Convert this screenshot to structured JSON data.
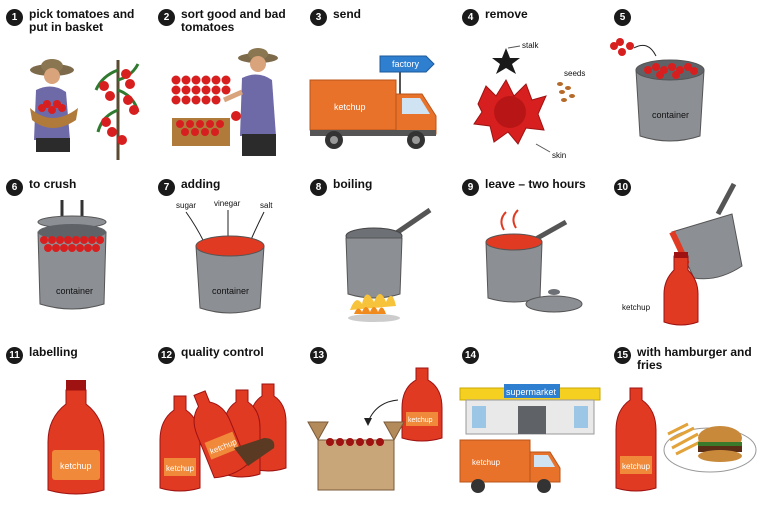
{
  "steps": [
    {
      "num": "1",
      "title": "pick tomatoes and put in basket"
    },
    {
      "num": "2",
      "title": "sort good and bad tomatoes"
    },
    {
      "num": "3",
      "title": "send"
    },
    {
      "num": "4",
      "title": "remove"
    },
    {
      "num": "5",
      "title": ""
    },
    {
      "num": "6",
      "title": "to crush"
    },
    {
      "num": "7",
      "title": "adding"
    },
    {
      "num": "8",
      "title": "boiling"
    },
    {
      "num": "9",
      "title": "leave – two hours"
    },
    {
      "num": "10",
      "title": ""
    },
    {
      "num": "11",
      "title": "labelling"
    },
    {
      "num": "12",
      "title": "quality control"
    },
    {
      "num": "13",
      "title": ""
    },
    {
      "num": "14",
      "title": ""
    },
    {
      "num": "15",
      "title": "with hamburger and fries"
    }
  ],
  "labels": {
    "factory": "factory",
    "ketchup": "ketchup",
    "stalk": "stalk",
    "seeds": "seeds",
    "skin": "skin",
    "container": "container",
    "sugar": "sugar",
    "vinegar": "vinegar",
    "salt": "salt",
    "supermarket": "supermarket"
  },
  "colors": {
    "tomato": "#d81f1f",
    "truck": "#e8722a",
    "steel": "#8c8f94",
    "sign_blue": "#2f7fd0",
    "sauce": "#e03a22"
  }
}
